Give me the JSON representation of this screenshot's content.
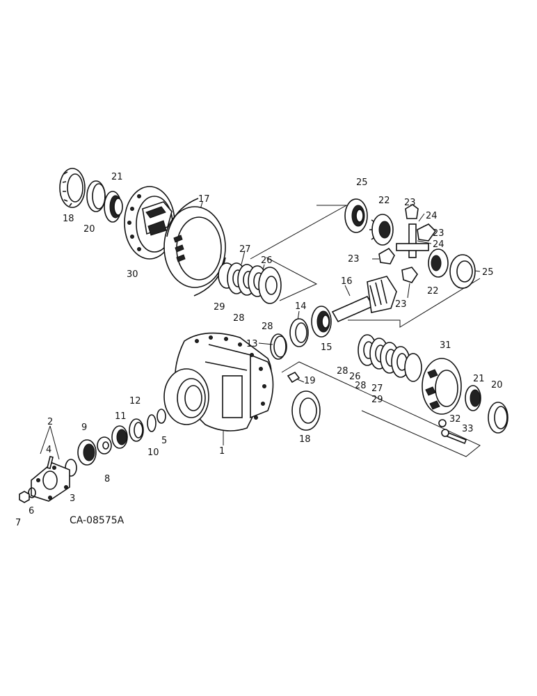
{
  "drawing_code": "CA-08575A",
  "callouts": [
    "1",
    "2",
    "3",
    "4",
    "5",
    "6",
    "7",
    "8",
    "9",
    "10",
    "11",
    "12",
    "13",
    "14",
    "15",
    "16",
    "17",
    "18",
    "19",
    "20",
    "21",
    "22",
    "23",
    "24",
    "25",
    "26",
    "27",
    "28",
    "29",
    "30",
    "31",
    "32",
    "33"
  ]
}
